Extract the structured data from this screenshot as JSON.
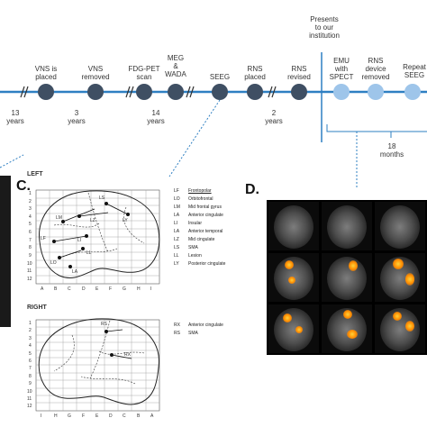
{
  "timeline": {
    "top_note": "Presents\nto our\ninstitution",
    "events": [
      {
        "label": "VNS is\nplaced"
      },
      {
        "label": "VNS\nremoved"
      },
      {
        "label": "FDG-PET\nscan"
      },
      {
        "label": "MEG\n&\nWADA"
      },
      {
        "label": "SEEG"
      },
      {
        "label": "RNS\nplaced"
      },
      {
        "label": "RNS\nrevised"
      },
      {
        "label": "EMU\nwith\nSPECT"
      },
      {
        "label": "RNS\ndevice\nremoved"
      },
      {
        "label": "Repeat\nSEEG"
      }
    ],
    "intervals": [
      {
        "label": "13\nyears"
      },
      {
        "label": "3\nyears"
      },
      {
        "label": "14\nyears"
      },
      {
        "label": "2\nyears"
      },
      {
        "label": "18\nmonths"
      }
    ],
    "colors": {
      "axis": "#2e7fc2",
      "dot_dark": "#3f4f63",
      "dot_light": "#9ec5ea",
      "text": "#333333"
    }
  },
  "panel_c": {
    "letter": "C.",
    "left_title": "LEFT",
    "right_title": "RIGHT",
    "left_legend": [
      {
        "code": "LF",
        "name": "Frontopolar"
      },
      {
        "code": "LO",
        "name": "Orbitofrontal"
      },
      {
        "code": "LM",
        "name": "Mid frontal gyrus"
      },
      {
        "code": "LA",
        "name": "Anterior cingulate"
      },
      {
        "code": "LI",
        "name": "Insular"
      },
      {
        "code": "LA",
        "name": "Anterior temporal"
      },
      {
        "code": "LZ",
        "name": "Mid cingulate"
      },
      {
        "code": "LS",
        "name": "SMA"
      },
      {
        "code": "LL",
        "name": "Lesion"
      },
      {
        "code": "LY",
        "name": "Posterior cingulate"
      }
    ],
    "right_legend": [
      {
        "code": "RX",
        "name": "Anterior cingulate"
      },
      {
        "code": "RS",
        "name": "SMA"
      }
    ],
    "left_grid_letters": [
      "A",
      "B",
      "C",
      "D",
      "E",
      "F",
      "G",
      "H",
      "I"
    ],
    "right_grid_letters": [
      "I",
      "H",
      "G",
      "F",
      "E",
      "D",
      "C",
      "B",
      "A"
    ],
    "grid_numbers": [
      "1",
      "2",
      "3",
      "4",
      "5",
      "6",
      "7",
      "8",
      "9",
      "10",
      "11",
      "12"
    ],
    "left_electrode_labels": [
      "LS",
      "LM",
      "LZ",
      "LY",
      "LF",
      "LI",
      "LO",
      "LA",
      "LL"
    ],
    "right_electrode_labels": [
      "RS",
      "RX"
    ]
  },
  "panel_d": {
    "letter": "D."
  }
}
